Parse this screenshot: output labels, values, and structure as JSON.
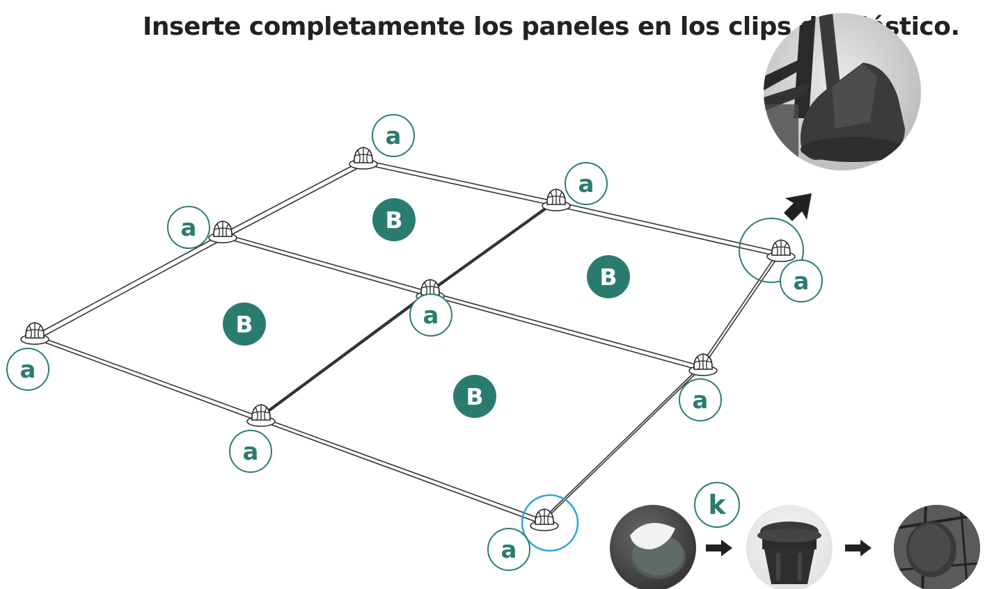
{
  "instruction": "Inserte completamente los paneles en los clips de plástico.",
  "clip_label": "a",
  "panel_label": "B",
  "pad_label": "k",
  "colors": {
    "teal": "#2a7c6f",
    "highlight_blue": "#2aa5e0",
    "frame": "#333333",
    "arrow": "#222222"
  },
  "icons": [
    "clip-icon",
    "arrow-icon",
    "zoom-photo",
    "adhesive-pad-photo",
    "clip-bottom-photo",
    "installed-pad-photo"
  ]
}
